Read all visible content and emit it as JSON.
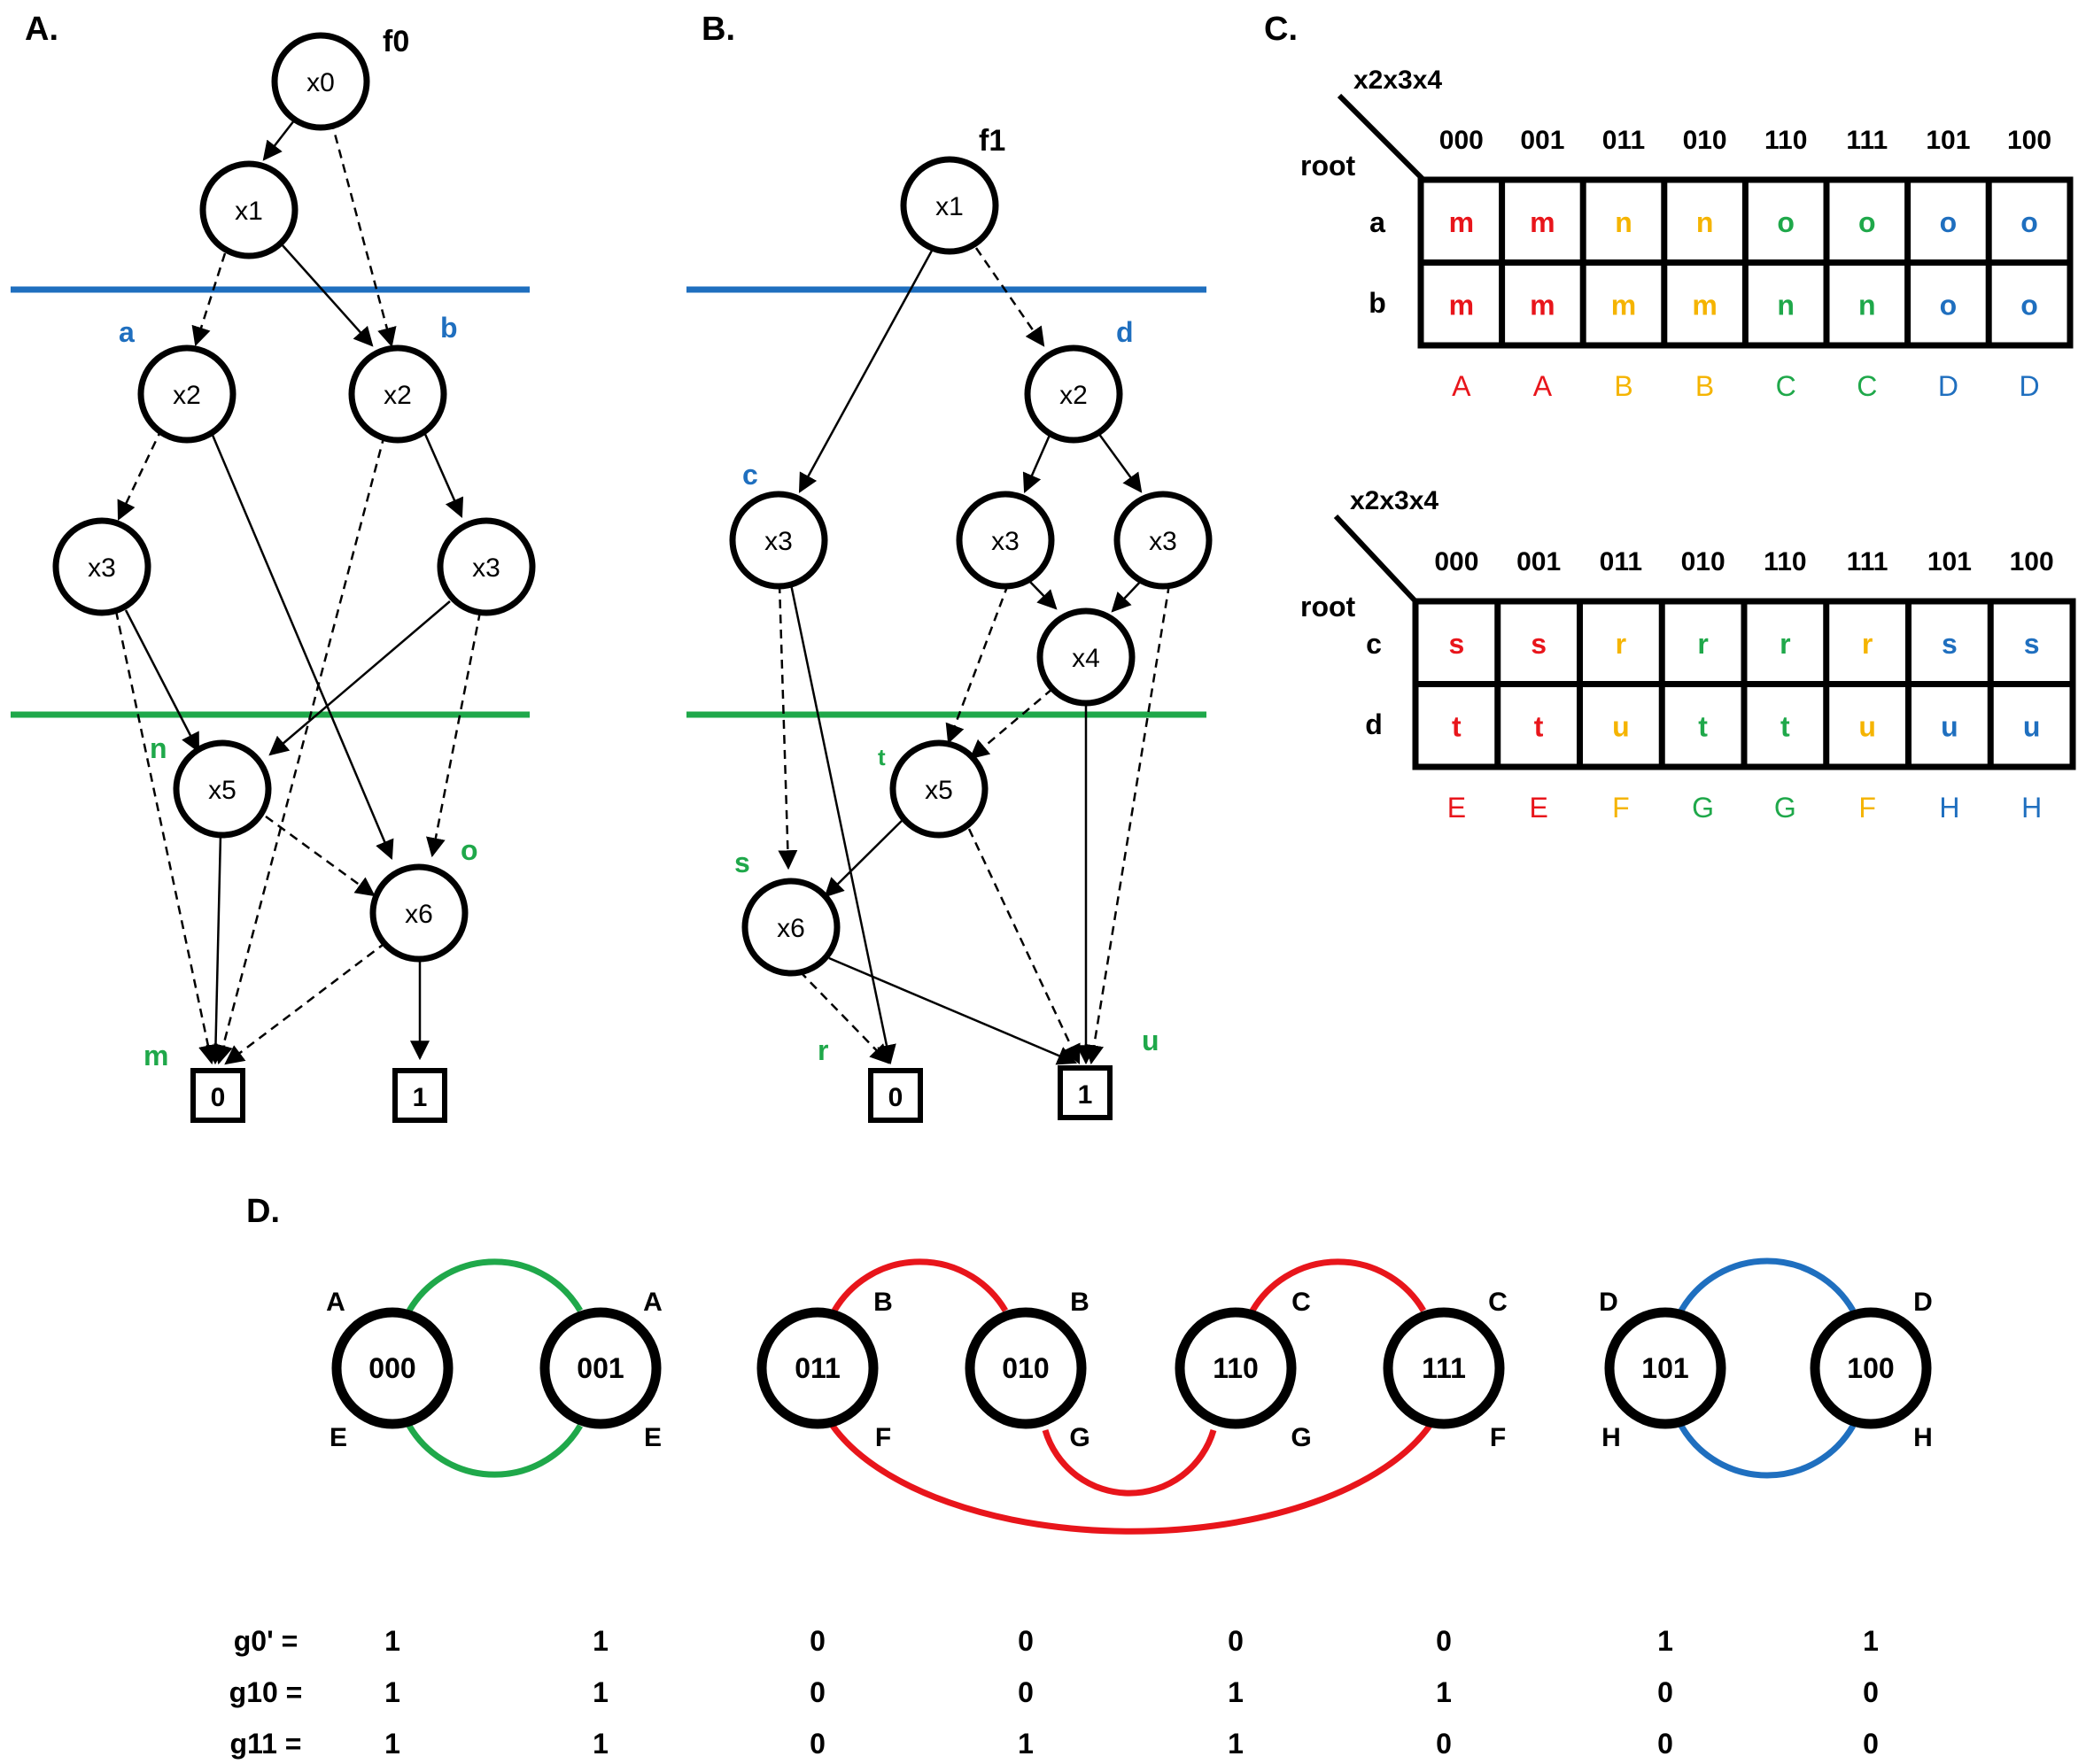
{
  "colors": {
    "red": "#e8151b",
    "orange": "#f5b400",
    "green": "#1fa84a",
    "blue": "#1f6fbf",
    "black": "#000000"
  },
  "panel_a": {
    "label": "A.",
    "function_label": "f0",
    "nodes": [
      "x0",
      "x1",
      "x2",
      "x2",
      "x3",
      "x3",
      "x5",
      "x6"
    ],
    "terminals": [
      "0",
      "1"
    ],
    "cut_labels": [
      "a",
      "b",
      "n",
      "o",
      "m"
    ]
  },
  "panel_b": {
    "label": "B.",
    "function_label": "f1",
    "nodes": [
      "x1",
      "x2",
      "x3",
      "x3",
      "x3",
      "x4",
      "x5",
      "x6"
    ],
    "terminals": [
      "0",
      "1"
    ],
    "cut_labels": [
      "c",
      "d",
      "t",
      "s",
      "r",
      "u"
    ]
  },
  "panel_c": {
    "label": "C.",
    "tables": [
      {
        "var_label": "x2x3x4",
        "root_label": "root",
        "columns": [
          "000",
          "001",
          "011",
          "010",
          "110",
          "111",
          "101",
          "100"
        ],
        "rows": [
          {
            "name": "a",
            "cells": [
              "m",
              "m",
              "n",
              "n",
              "o",
              "o",
              "o",
              "o"
            ]
          },
          {
            "name": "b",
            "cells": [
              "m",
              "m",
              "m",
              "m",
              "n",
              "n",
              "o",
              "o"
            ]
          }
        ],
        "classes": [
          "A",
          "A",
          "B",
          "B",
          "C",
          "C",
          "D",
          "D"
        ]
      },
      {
        "var_label": "x2x3x4",
        "root_label": "root",
        "columns": [
          "000",
          "001",
          "011",
          "010",
          "110",
          "111",
          "101",
          "100"
        ],
        "rows": [
          {
            "name": "c",
            "cells": [
              "s",
              "s",
              "r",
              "r",
              "r",
              "r",
              "s",
              "s"
            ]
          },
          {
            "name": "d",
            "cells": [
              "t",
              "t",
              "u",
              "t",
              "t",
              "u",
              "u",
              "u"
            ]
          }
        ],
        "classes": [
          "E",
          "E",
          "F",
          "G",
          "G",
          "F",
          "H",
          "H"
        ]
      }
    ]
  },
  "panel_d": {
    "label": "D.",
    "nodes": [
      "000",
      "001",
      "011",
      "010",
      "110",
      "111",
      "101",
      "100"
    ],
    "top_labels": [
      "A",
      "A",
      "B",
      "B",
      "C",
      "C",
      "D",
      "D"
    ],
    "bottom_labels": [
      "E",
      "E",
      "F",
      "G",
      "G",
      "F",
      "H",
      "H"
    ],
    "functions": [
      {
        "name": "g0' =",
        "values": [
          "1",
          "1",
          "0",
          "0",
          "0",
          "0",
          "1",
          "1"
        ]
      },
      {
        "name": "g10 =",
        "values": [
          "1",
          "1",
          "0",
          "0",
          "1",
          "1",
          "0",
          "0"
        ]
      },
      {
        "name": "g11 =",
        "values": [
          "1",
          "1",
          "0",
          "1",
          "1",
          "0",
          "0",
          "0"
        ]
      }
    ]
  }
}
